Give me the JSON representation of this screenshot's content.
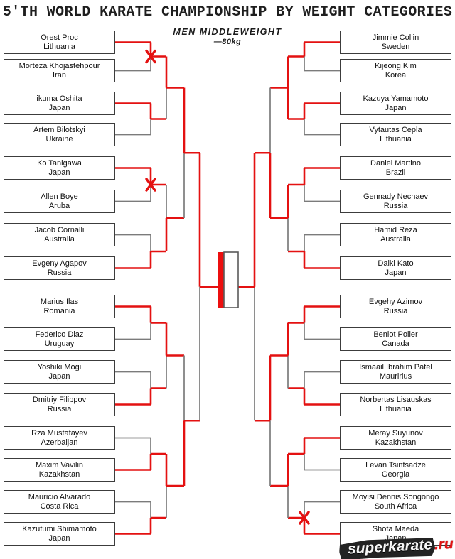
{
  "title": "5'TH WORLD KARATE CHAMPIONSHIP BY WEIGHT CATEGORIES",
  "subtitle": {
    "line1": "MEN  MIDDLEWEIGHT",
    "line2": "—80kg"
  },
  "watermark": {
    "text": "superkarate",
    "suffix": ".ru"
  },
  "colors": {
    "win": "#e41111",
    "lose": "#7b7b7b",
    "box_border": "#3c3c3c",
    "final_fill": "#ec0f0f"
  },
  "chart_data": {
    "type": "tournament-bracket",
    "title": "5'TH WORLD KARATE CHAMPIONSHIP BY WEIGHT CATEGORIES",
    "category": "MEN MIDDLEWEIGHT —80kg",
    "left_players": [
      {
        "name": "Orest Proc",
        "country": "Lithuania"
      },
      {
        "name": "Morteza Khojastehpour",
        "country": "Iran"
      },
      {
        "name": "ikuma Oshita",
        "country": "Japan"
      },
      {
        "name": "Artem Bilotskyi",
        "country": "Ukraine"
      },
      {
        "name": "Ko Tanigawa",
        "country": "Japan"
      },
      {
        "name": "Allen Boye",
        "country": "Aruba"
      },
      {
        "name": "Jacob Cornalli",
        "country": "Australia"
      },
      {
        "name": "Evgeny Agapov",
        "country": "Russia"
      },
      {
        "name": "Marius Ilas",
        "country": "Romania"
      },
      {
        "name": "Federico Diaz",
        "country": "Uruguay"
      },
      {
        "name": "Yoshiki Mogi",
        "country": "Japan"
      },
      {
        "name": "Dmitriy Filippov",
        "country": "Russia"
      },
      {
        "name": "Rza Mustafayev",
        "country": "Azerbaijan"
      },
      {
        "name": "Maxim Vavilin",
        "country": "Kazakhstan"
      },
      {
        "name": "Mauricio Alvarado",
        "country": "Costa Rica"
      },
      {
        "name": "Kazufumi Shimamoto",
        "country": "Japan"
      }
    ],
    "right_players": [
      {
        "name": "Jimmie Collin",
        "country": "Sweden"
      },
      {
        "name": "Kijeong Kim",
        "country": "Korea"
      },
      {
        "name": "Kazuya Yamamoto",
        "country": "Japan"
      },
      {
        "name": "Vytautas Cepla",
        "country": "Lithuania"
      },
      {
        "name": "Daniel Martino",
        "country": "Brazil"
      },
      {
        "name": "Gennady Nechaev",
        "country": "Russia"
      },
      {
        "name": "Hamid Reza",
        "country": "Australia"
      },
      {
        "name": "Daiki Kato",
        "country": "Japan"
      },
      {
        "name": "Evgehy Azimov",
        "country": "Russia"
      },
      {
        "name": "Beniot Polier",
        "country": "Canada"
      },
      {
        "name": "Ismaail Ibrahim Patel",
        "country": "Mauririus"
      },
      {
        "name": "Norbertas Lisauskas",
        "country": "Lithuania"
      },
      {
        "name": "Meray Suyunov",
        "country": "Kazakhstan"
      },
      {
        "name": "Levan Tsintsadze",
        "country": "Georgia"
      },
      {
        "name": "Moyisi Dennis Songongo",
        "country": "South Africa"
      },
      {
        "name": "Shota Maeda",
        "country": "Japan"
      }
    ],
    "results": {
      "left": {
        "r1": [
          "top",
          "top",
          "top",
          "bottom",
          "top",
          "bottom",
          "bottom",
          "bottom"
        ],
        "r2": [
          "top",
          "bottom",
          "top",
          "top"
        ],
        "qf": [
          "top",
          "bottom"
        ],
        "sf": "top"
      },
      "right": {
        "r1": [
          "top",
          "top",
          "top",
          "bottom",
          "top",
          "bottom",
          "top",
          "bottom"
        ],
        "r2": [
          "both",
          "top",
          "top",
          "top"
        ],
        "qf": [
          "bottom",
          "top"
        ],
        "sf": "top"
      }
    },
    "x_marks": {
      "left_r1_matches": [
        0,
        2
      ],
      "right_r1_matches": [
        7
      ]
    }
  }
}
